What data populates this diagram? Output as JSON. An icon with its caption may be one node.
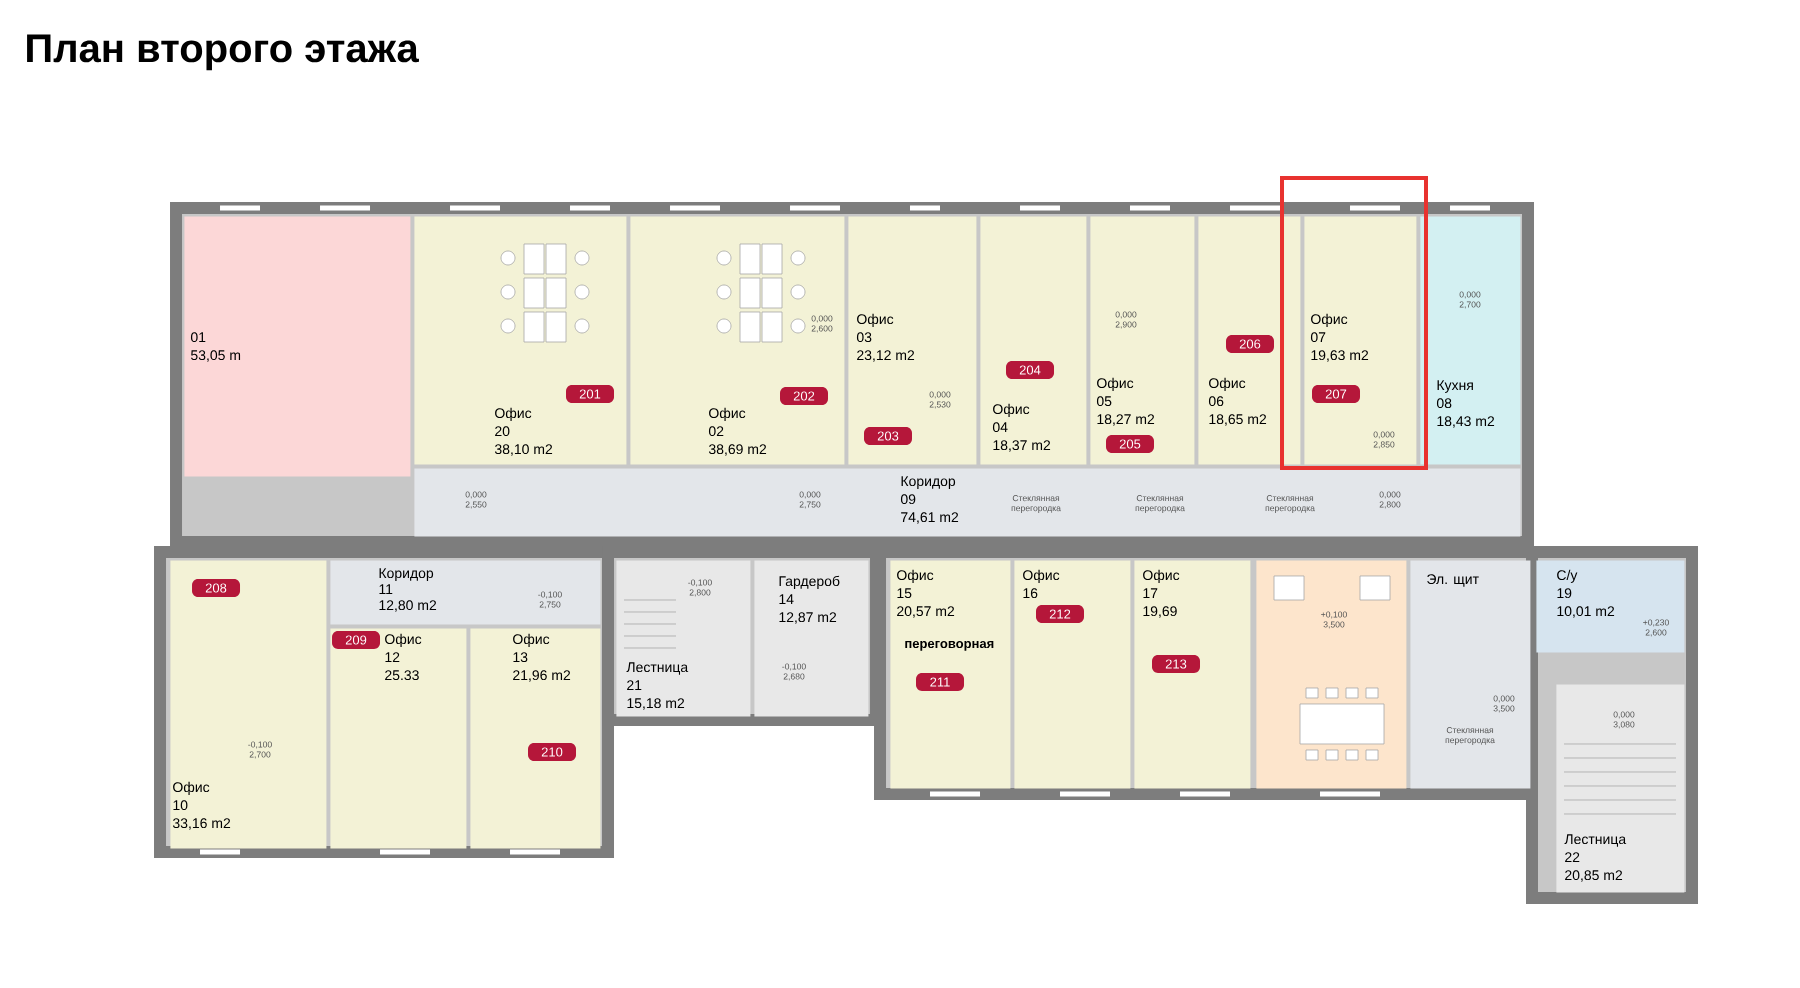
{
  "diagram": {
    "title": "План второго этажа",
    "nodes": [
      {
        "text": [
          "01",
          "53,05 m"
        ]
      },
      {
        "text": [
          "Офис",
          "20",
          "38,10 m2"
        ]
      },
      {
        "text": [
          "201"
        ],
        "in": 1
      },
      {
        "text": [
          "0,000 2,600",
          "Офис",
          "02",
          "38,69 m2"
        ]
      },
      {
        "text": [
          "202"
        ],
        "in": 3
      },
      {
        "text": [
          "Офис",
          "03",
          "23,12 m2",
          "0,000 2,530"
        ]
      },
      {
        "text": [
          "203"
        ],
        "in": 5
      },
      {
        "text": [
          "Офис",
          "04",
          "18,37 m2"
        ]
      },
      {
        "text": [
          "204"
        ],
        "in": 7
      },
      {
        "text": [
          "0,000 2,900",
          "Офис",
          "05",
          "18,27 m2"
        ]
      },
      {
        "text": [
          "205"
        ],
        "in": 9
      },
      {
        "text": [
          "Офис",
          "06",
          "18,65 m2"
        ]
      },
      {
        "text": [
          "206"
        ],
        "in": 11
      },
      {
        "text": [
          "Офис",
          "07",
          "19,63 m2",
          "0,000 2,850"
        ]
      },
      {
        "text": [
          "207"
        ],
        "in": 13
      },
      {
        "text": [
          "0,000 2,700",
          "Кухня",
          "08",
          "18,43 m2"
        ]
      },
      {
        "text": [
          "Коридор",
          "09",
          "74,61 m2",
          "0,000 2,550",
          "0,000 2,750",
          "0,000 2,800"
        ]
      },
      {
        "text": [
          "-0,100 2,700",
          "Офис",
          "10",
          "33,16 m2"
        ]
      },
      {
        "text": [
          "208"
        ],
        "in": 17
      },
      {
        "text": [
          "Коридор",
          "11",
          "12,80 m2",
          "-0,100 2,750"
        ]
      },
      {
        "text": [
          "Офис",
          "12",
          "25.33"
        ]
      },
      {
        "text": [
          "209"
        ],
        "in": 20
      },
      {
        "text": [
          "Офис",
          "13",
          "21,96 m2"
        ]
      },
      {
        "text": [
          "210"
        ],
        "in": 22
      },
      {
        "text": [
          "-0,100 2,800",
          "Лестница",
          "21",
          "15,18 m2"
        ]
      },
      {
        "text": [
          "Гардероб",
          "14",
          "12,87 m2",
          "-0,100 2,680"
        ]
      },
      {
        "text": [
          "Офис",
          "15",
          "20,57 m2",
          "переговорная"
        ]
      },
      {
        "text": [
          "211"
        ],
        "in": 26
      },
      {
        "text": [
          "Офис",
          "16"
        ]
      },
      {
        "text": [
          "212"
        ],
        "in": 28
      },
      {
        "text": [
          "Офис",
          "17",
          "19,69"
        ]
      },
      {
        "text": [
          "213"
        ],
        "in": 30
      },
      {
        "text": [
          "+0,100 3,500"
        ]
      },
      {
        "text": [
          "Эл. щит",
          "0,000 3,500"
        ]
      },
      {
        "text": [
          "С/у",
          "19",
          "10,01 m2",
          "+0,230 2,600"
        ]
      },
      {
        "text": [
          "0,000 3,080",
          "Лестница",
          "22",
          "20,85 m2"
        ]
      }
    ],
    "labels": [
      "Стеклянная перегородка",
      "Стеклянная перегородка",
      "Стеклянная перегородка",
      "Стеклянная перегородка"
    ]
  }
}
